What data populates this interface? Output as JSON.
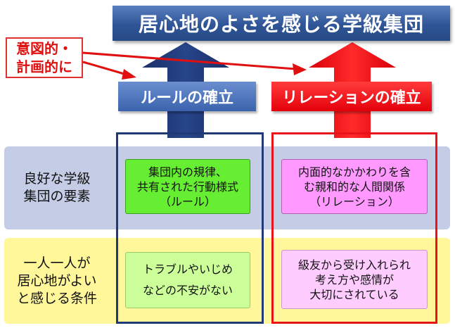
{
  "title": "居心地のよさを感じる学級集団",
  "intent_label": [
    "意図的・",
    "計画的に"
  ],
  "columns": {
    "rule": {
      "header": "ルールの確立"
    },
    "relation": {
      "header": "リレーションの確立"
    }
  },
  "rows": [
    {
      "label": [
        "良好な学級",
        "集団の要素"
      ],
      "rule_cell": [
        "集団内の規律、",
        "共有された行動様式",
        "（ルール）"
      ],
      "relation_cell": [
        "内面的なかかわりを含",
        "む親和的な人間関係",
        "（リレーション）"
      ]
    },
    {
      "label": [
        "一人一人が",
        "居心地がよい",
        "と感じる条件"
      ],
      "rule_cell": [
        "トラブルやいじめ",
        "などの不安がない"
      ],
      "relation_cell": [
        "級友から受け入れられ",
        "考え方や感情が",
        "大切にされている"
      ]
    }
  ],
  "colors": {
    "title_blue": "#2f5597",
    "navy": "#1f3a75",
    "red": "#e8141c",
    "row1_band": "#c5cde6",
    "row2_band": "#fff799",
    "green_box": "#66ee33",
    "pink_box": "#ff99ff",
    "light_green_box": "#ccff99",
    "light_pink_box": "#ffccff"
  }
}
